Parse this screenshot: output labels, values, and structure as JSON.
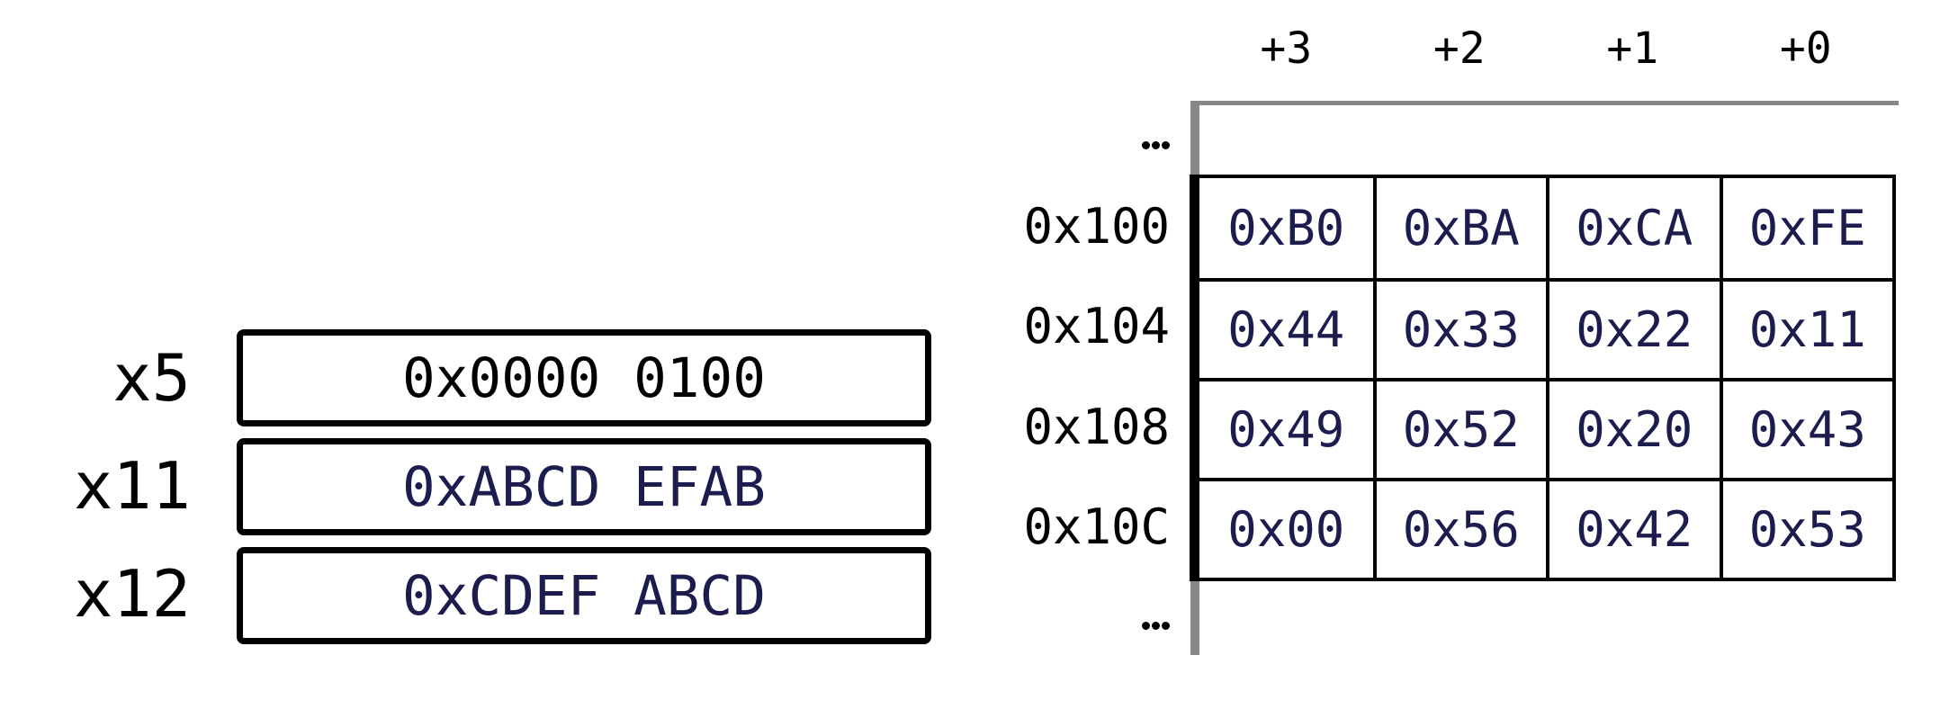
{
  "figure": {
    "description": "RISC-V register file and little-endian memory diagram"
  },
  "colors": {
    "text_black": "#000000",
    "text_navy": "#1c1c4e",
    "axis_gray": "#878787",
    "background": "#ffffff"
  },
  "registers": {
    "items": [
      {
        "name": "x5",
        "value": "0x0000 0100",
        "value_color": "#000000"
      },
      {
        "name": "x11",
        "value": "0xABCD EFAB",
        "value_color": "#1c1c4e"
      },
      {
        "name": "x12",
        "value": "0xCDEF ABCD",
        "value_color": "#1c1c4e"
      }
    ]
  },
  "memory": {
    "byte_offset_headers": [
      "+3",
      "+2",
      "+1",
      "+0"
    ],
    "cell_color": "#1c1c4e",
    "rows": [
      {
        "address": "0x100",
        "bytes": [
          "0xB0",
          "0xBA",
          "0xCA",
          "0xFE"
        ]
      },
      {
        "address": "0x104",
        "bytes": [
          "0x44",
          "0x33",
          "0x22",
          "0x11"
        ]
      },
      {
        "address": "0x108",
        "bytes": [
          "0x49",
          "0x52",
          "0x20",
          "0x43"
        ]
      },
      {
        "address": "0x10C",
        "bytes": [
          "0x00",
          "0x56",
          "0x42",
          "0x53"
        ]
      }
    ]
  }
}
